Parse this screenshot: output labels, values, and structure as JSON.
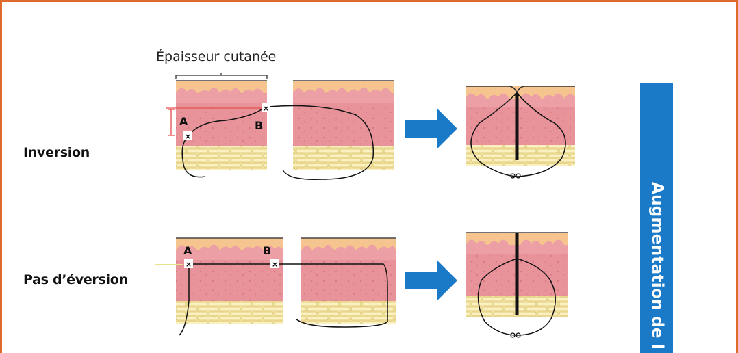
{
  "diagram": {
    "thickness_label": "Épaisseur cutanée",
    "rows": [
      {
        "id": "inversion",
        "label": "Inversion"
      },
      {
        "id": "no-eversion",
        "label": "Pas d’éversion"
      }
    ],
    "point_a": "A",
    "point_b": "B",
    "side_banner": "Augmentation de l"
  },
  "colors": {
    "frame": "#e06a2c",
    "banner": "#1a7ac8",
    "arrow": "#1a7ac8",
    "epidermis": "#f6c48e",
    "dermis": "#e8939a",
    "fat": "#f3e3a2",
    "marker": "#e84a4a"
  }
}
